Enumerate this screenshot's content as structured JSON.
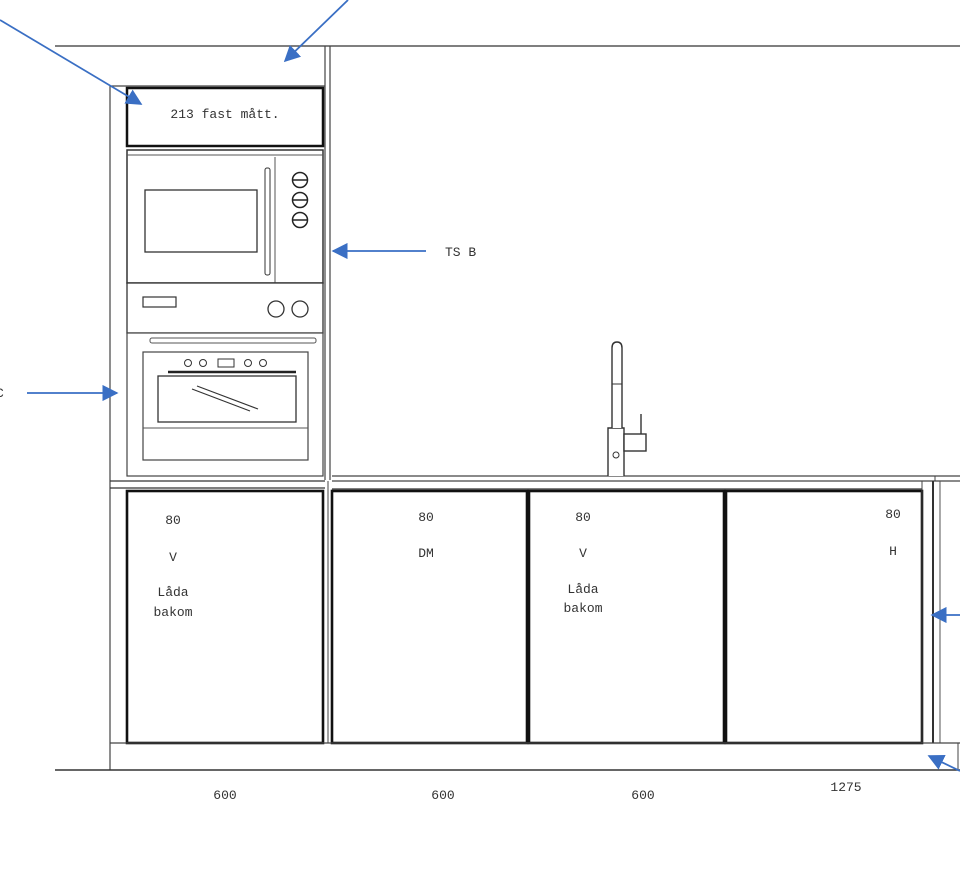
{
  "filler_label": "213 fast mått.",
  "tall_cabinet_label": "TS B",
  "left_side_label": "C",
  "colors": {
    "line": "#1a1a1a",
    "arrow": "#3a6fc4",
    "text": "#333333"
  },
  "base_cabinets": [
    {
      "lines": [
        "80",
        "V",
        "Låda",
        "bakom"
      ]
    },
    {
      "lines": [
        "80",
        "DM"
      ]
    },
    {
      "lines": [
        "80",
        "V",
        "Låda",
        "bakom"
      ]
    },
    {
      "lines": [
        "80",
        "H"
      ]
    }
  ],
  "dimensions": [
    "600",
    "600",
    "600",
    "1275"
  ]
}
